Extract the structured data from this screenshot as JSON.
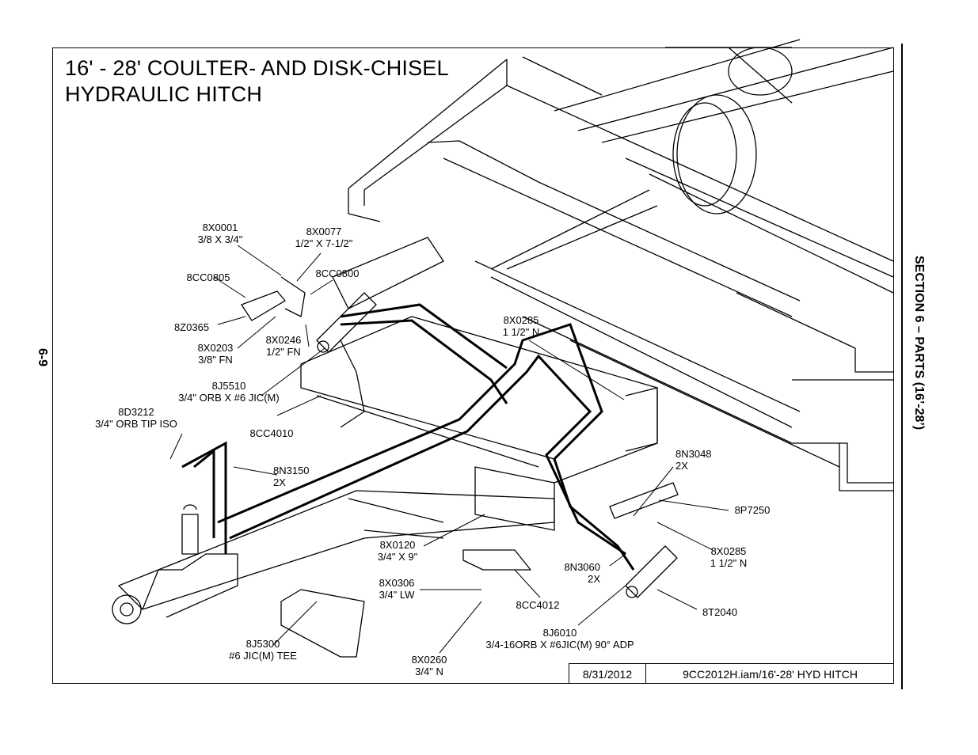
{
  "title": {
    "line1": "16' - 28' COULTER- AND DISK-CHISEL",
    "line2": "HYDRAULIC HITCH"
  },
  "section_label": "SECTION 6 – PARTS (16’-28’)",
  "page_number": "6-9",
  "footer": {
    "date": "8/31/2012",
    "file": "9CC2012H.iam/16'-28' HYD HITCH"
  },
  "callouts": {
    "c8x0001": {
      "part": "8X0001",
      "desc": "3/8 X 3/4\""
    },
    "c8x0077": {
      "part": "8X0077",
      "desc": "1/2\" X 7-1/2\""
    },
    "c8cc0805": {
      "part": "8CC0805"
    },
    "c8cc0800": {
      "part": "8CC0800"
    },
    "c8z0365": {
      "part": "8Z0365"
    },
    "c8x0203": {
      "part": "8X0203",
      "desc": "3/8\" FN"
    },
    "c8x0246": {
      "part": "8X0246",
      "desc": "1/2\" FN"
    },
    "c8x0285a": {
      "part": "8X0285",
      "desc": "1 1/2\" N"
    },
    "c8j5510": {
      "part": "8J5510",
      "desc": "3/4\" ORB X #6 JIC(M)"
    },
    "c8d3212": {
      "part": "8D3212",
      "desc": "3/4\" ORB TIP ISO"
    },
    "c8cc4010": {
      "part": "8CC4010"
    },
    "c8n3150": {
      "part": "8N3150",
      "desc": "2X"
    },
    "c8n3048": {
      "part": "8N3048",
      "desc": "2X"
    },
    "c8p7250": {
      "part": "8P7250"
    },
    "c8x0285b": {
      "part": "8X0285",
      "desc": "1 1/2\" N"
    },
    "c8x0120": {
      "part": "8X0120",
      "desc": "3/4\" X 9\""
    },
    "c8n3060": {
      "part": "8N3060",
      "desc": "2X"
    },
    "c8x0306": {
      "part": "8X0306",
      "desc": "3/4\" LW"
    },
    "c8cc4012": {
      "part": "8CC4012"
    },
    "c8t2040": {
      "part": "8T2040"
    },
    "c8j6010": {
      "part": "8J6010",
      "desc": "3/4-16ORB X #6JIC(M) 90° ADP"
    },
    "c8j5300": {
      "part": "8J5300",
      "desc": "#6 JIC(M) TEE"
    },
    "c8x0260": {
      "part": "8X0260",
      "desc": "3/4\" N"
    }
  }
}
